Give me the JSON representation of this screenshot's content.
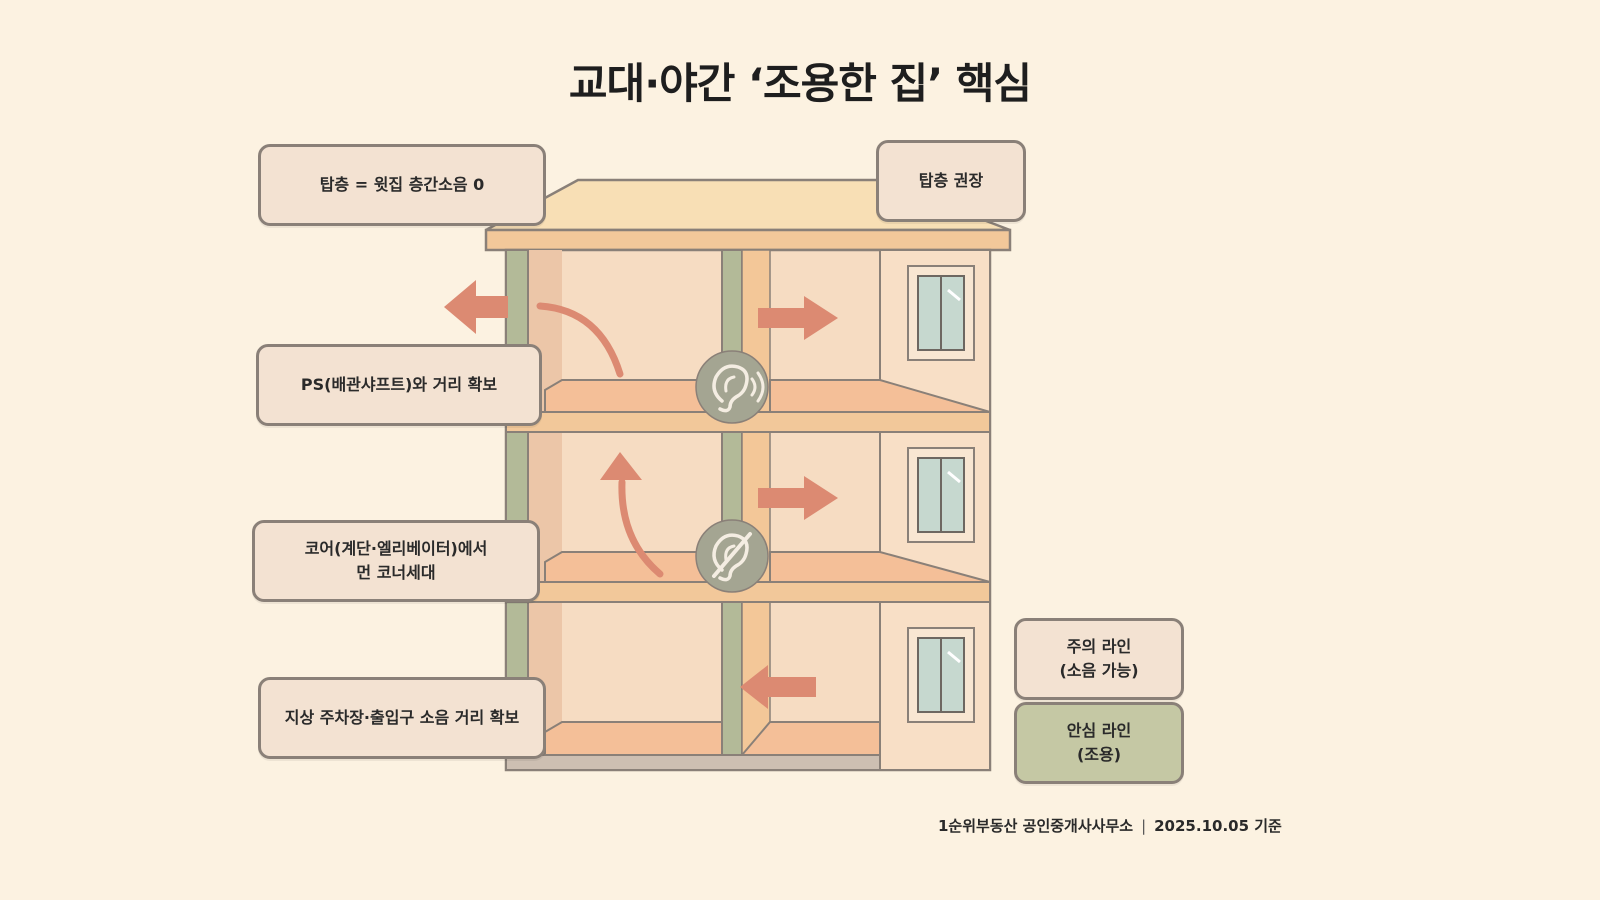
{
  "title": "교대·야간 ‘조용한 집’ 핵심",
  "callouts": {
    "top_floor": "탑층 = 윗집 층간소음 0",
    "top_recommended": "탑층 권장",
    "ps_distance": "PS(배관샤프트)와 거리 확보",
    "core_corner": "코어(계단·엘리베이터)에서\n먼 코너세대",
    "parking_distance": "지상 주차장·출입구 소음 거리 확보"
  },
  "legend": {
    "caution": "주의 라인\n(소음 가능)",
    "safe": "안심 라인\n(조용)"
  },
  "footer": {
    "agency": "1순위부동산 공인중개사사무소",
    "date": "2025.10.05 기준"
  },
  "icons": [
    "ear-sound-icon",
    "ear-muted-icon"
  ],
  "colors": {
    "background": "#fcf2e1",
    "arrow": "#dc8a72",
    "safe_line": "#c5c8a4",
    "caution_line": "#f3e2d2"
  }
}
